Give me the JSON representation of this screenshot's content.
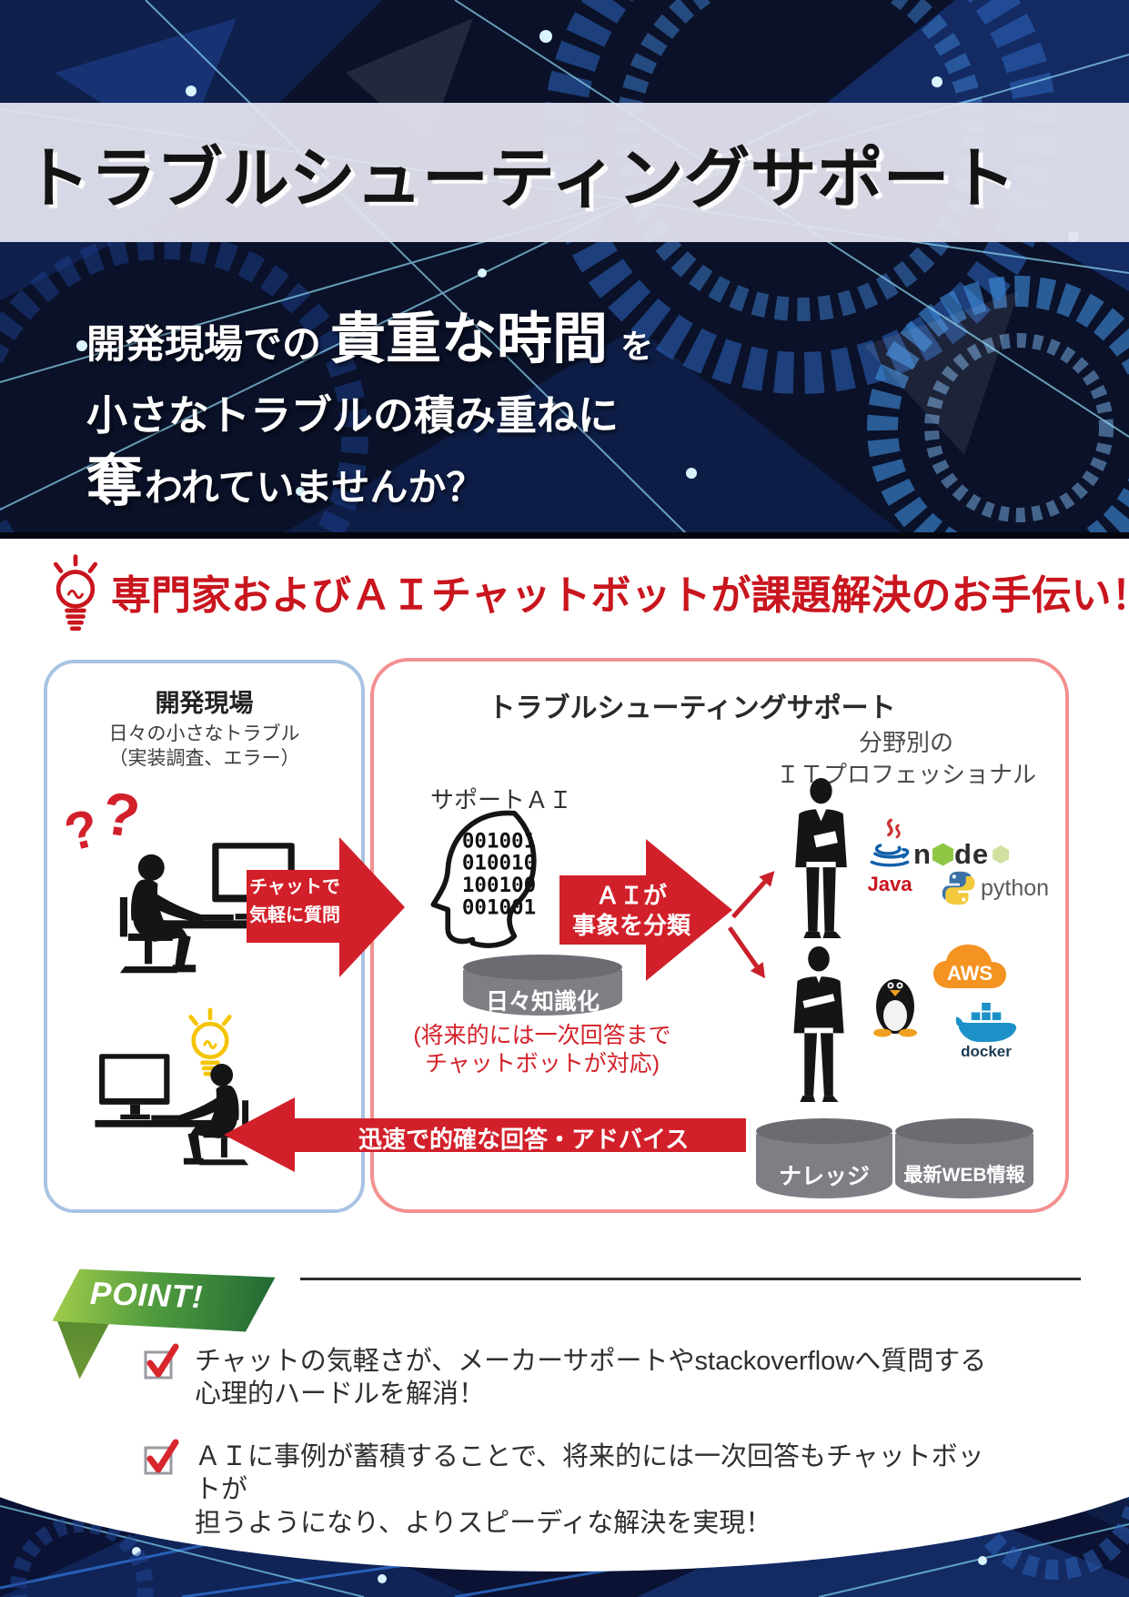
{
  "header": {
    "title": "トラブルシューティングサポート"
  },
  "hero": {
    "line1_pre": "開発現場での",
    "line1_em": "貴重な時間",
    "line1_post": "を",
    "line2": "小さなトラブルの積み重ねに",
    "line3_em": "奪",
    "line3_post": "われていませんか？"
  },
  "headline": {
    "text": "専門家およびＡＩチャットボットが課題解決のお手伝い！"
  },
  "diagram": {
    "left_box": {
      "title": "開発現場",
      "desc_line1": "日々の小さなトラブル",
      "desc_line2": "（実装調査、エラー）",
      "qmark1": "?",
      "qmark2": "?"
    },
    "right_box": {
      "title": "トラブルシューティングサポート",
      "support_ai_label": "サポートＡＩ",
      "binary": [
        "001001",
        "010010",
        "100100",
        "001001"
      ],
      "knowledge_cylinder": "日々知識化",
      "future_note_line1": "(将来的には一次回答まで",
      "future_note_line2": "チャットボットが対応)",
      "pro_label_line1": "分野別の",
      "pro_label_line2": "ＩＴプロフェッショナル",
      "cylinder_knowledge": "ナレッジ",
      "cylinder_web": "最新WEB情報",
      "logos": {
        "java": "Java",
        "node_part1": "n",
        "node_part2": "de",
        "python": "python",
        "aws": "AWS",
        "docker": "docker"
      }
    },
    "arrow_chat_line1": "チャットで",
    "arrow_chat_line2": "気軽に質問",
    "arrow_ai_line1": "ＡＩが",
    "arrow_ai_line2": "事象を分類",
    "arrow_answer": "迅速で的確な回答・アドバイス"
  },
  "points": {
    "ribbon": "POINT!",
    "items": [
      {
        "line1": "チャットの気軽さが、メーカーサポートやstackoverflowへ質問する",
        "line2": "心理的ハードルを解消！"
      },
      {
        "line1": "ＡＩに事例が蓄積することで、将来的には一次回答もチャットボットが",
        "line2": "担うようになり、よりスピーディな解決を実現！"
      }
    ]
  },
  "colors": {
    "accent_red": "#c9151e",
    "navy": "#0a1128",
    "box_blue_border": "#a9c4e2",
    "box_pink_border": "#f29090",
    "cylinder_gray": "#7e7e85",
    "ribbon_green": "#2a7d3f",
    "bulb_yellow": "#f5c400"
  }
}
